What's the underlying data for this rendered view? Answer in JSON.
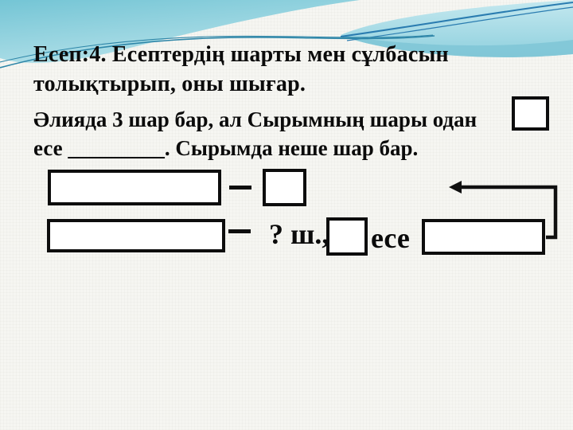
{
  "slide_title": {
    "line1": "Есеп:4. Есептердің шарты мен сұлбасын",
    "line2": "толықтырып, оны шығар."
  },
  "problem_text": {
    "line1": "Әлияда 3 шар бар, ал Сырымның шары одан",
    "line2": "есе _________. Сырымда неше шар бар."
  },
  "schema": {
    "question_label": "? ш.,",
    "times_label": "есе"
  },
  "colors": {
    "wave_teal": "#7cc8d8",
    "wave_teal_light": "#bce4ec",
    "wave_line_blue": "#2a7cb0",
    "shape_border": "#0d0d0d",
    "background": "#f6f6f2",
    "text": "#0b0b0b"
  }
}
